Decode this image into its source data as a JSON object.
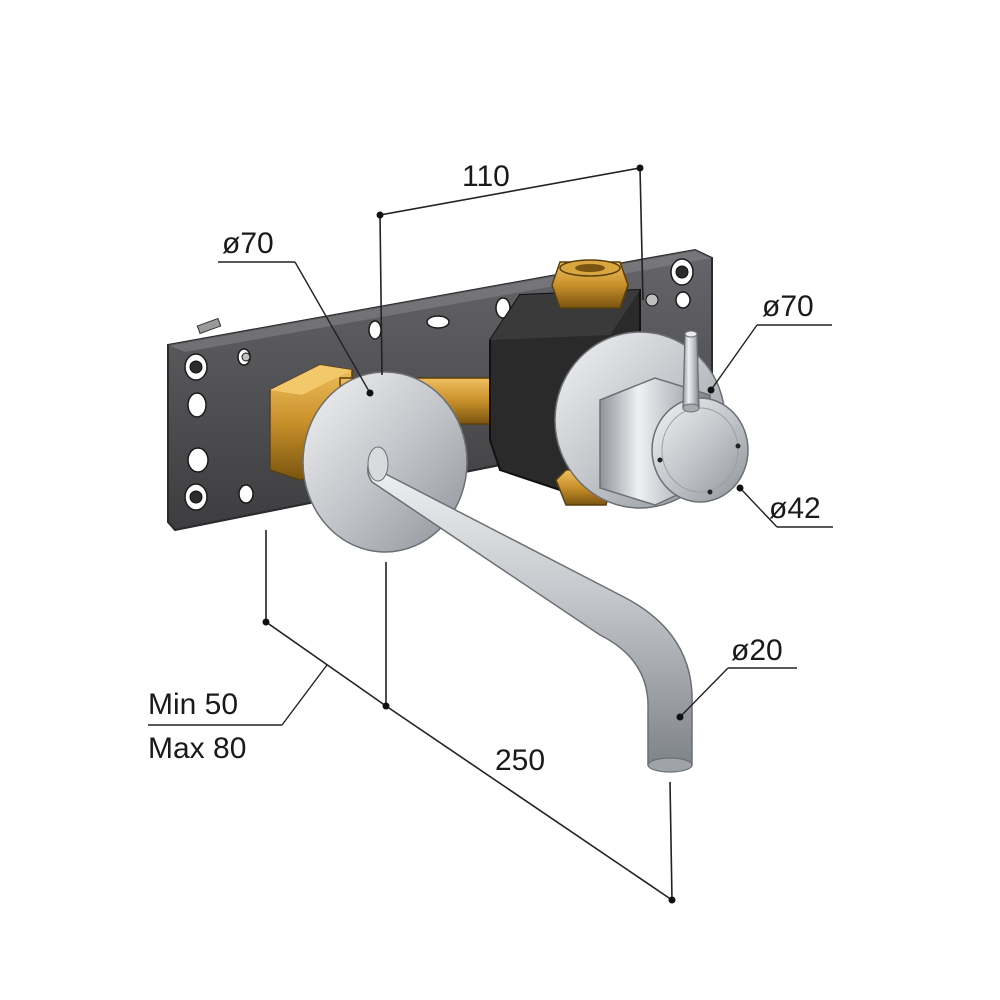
{
  "dimensions": {
    "width_between_centres": "110",
    "spout_rosette_diameter": "ø70",
    "handle_rosette_diameter": "ø70",
    "handle_diameter": "ø42",
    "spout_diameter": "ø20",
    "wall_depth_min": "Min 50",
    "wall_depth_max": "Max 80",
    "spout_projection": "250"
  },
  "colors": {
    "mounting_plate": "#4a4a4d",
    "brass": "#c8902a",
    "valve_body": "#262626",
    "chrome": "#c9ccd0",
    "dimension_lines": "#222222"
  }
}
